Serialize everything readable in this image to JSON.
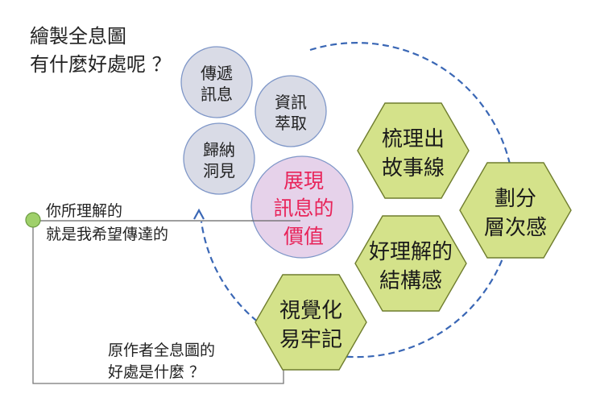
{
  "title": {
    "line1": "繪製全息圖",
    "line2": "有什麼好處呢 ？"
  },
  "notes": {
    "understanding": {
      "line1": "你所理解的",
      "line2": "就是我希望傳達的"
    },
    "question": {
      "line1": "原作者全息圖的",
      "line2": "好處是什麼 ？"
    }
  },
  "circles": [
    {
      "line1": "傳遞",
      "line2": "訊息"
    },
    {
      "line1": "資訊",
      "line2": "萃取"
    },
    {
      "line1": "歸納",
      "line2": "洞見"
    }
  ],
  "center_circle": {
    "line1": "展現",
    "line2": "訊息的",
    "line3": "價值"
  },
  "hexagons": [
    {
      "line1": "梳理出",
      "line2": "故事線"
    },
    {
      "line1": "劃分",
      "line2": "層次感"
    },
    {
      "line1": "好理解的",
      "line2": "結構感"
    },
    {
      "line1": "視覺化",
      "line2": "易牢記"
    }
  ],
  "colors": {
    "circle_fill": "#d9dbe6",
    "circle_stroke": "#7f97c8",
    "center_fill": "#e6d2ea",
    "center_text": "#e8245a",
    "hex_fill": "#d4e28a",
    "hex_stroke": "#6f7d2e",
    "dashed_arc": "#3a67b5",
    "dot": "#9fd06a"
  }
}
